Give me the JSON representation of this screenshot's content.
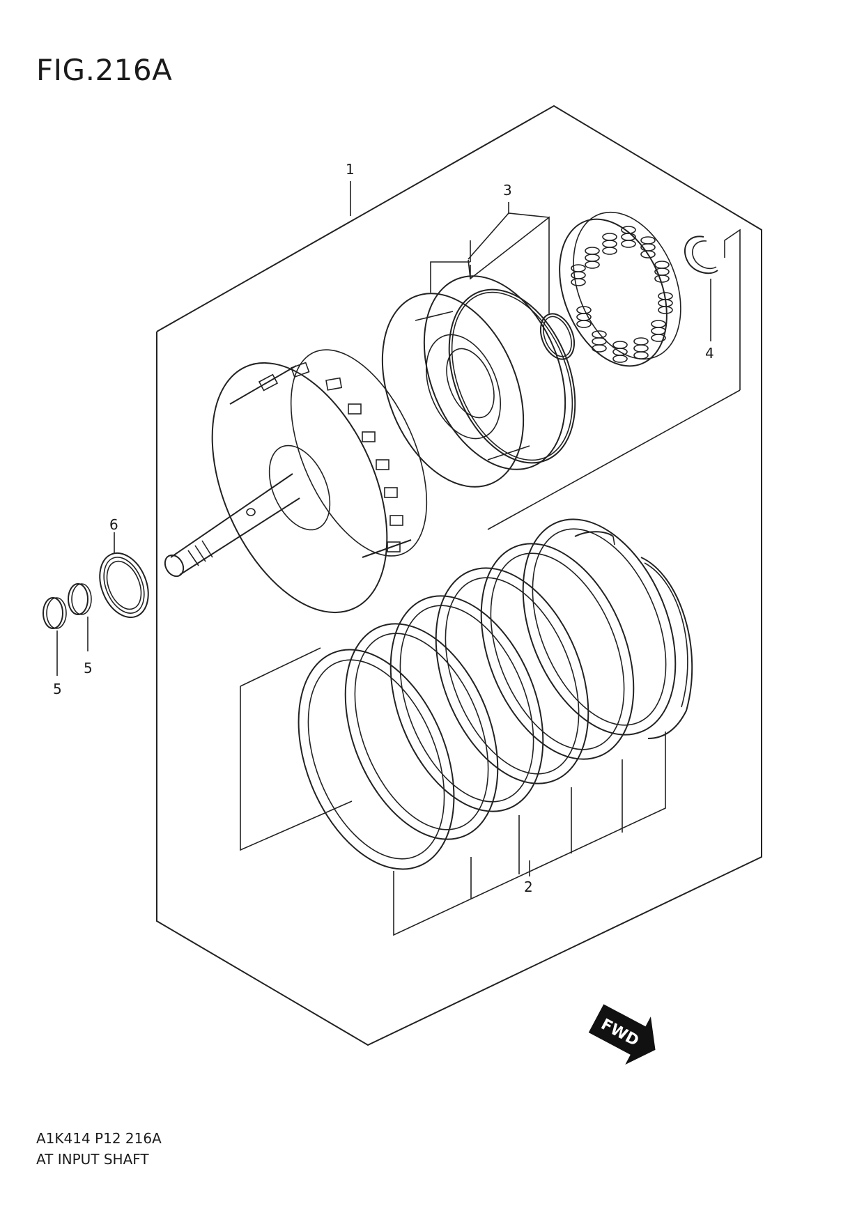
{
  "figure": {
    "title": "FIG.216A"
  },
  "callouts": {
    "part1": "1",
    "part2": "2",
    "part3": "3",
    "part4": "4",
    "part5a": "5",
    "part5b": "5",
    "part6": "6"
  },
  "badge": {
    "fwd_label": "FWD"
  },
  "footer": {
    "code": "A1K414 P12 216A",
    "name": "AT INPUT SHAFT"
  }
}
